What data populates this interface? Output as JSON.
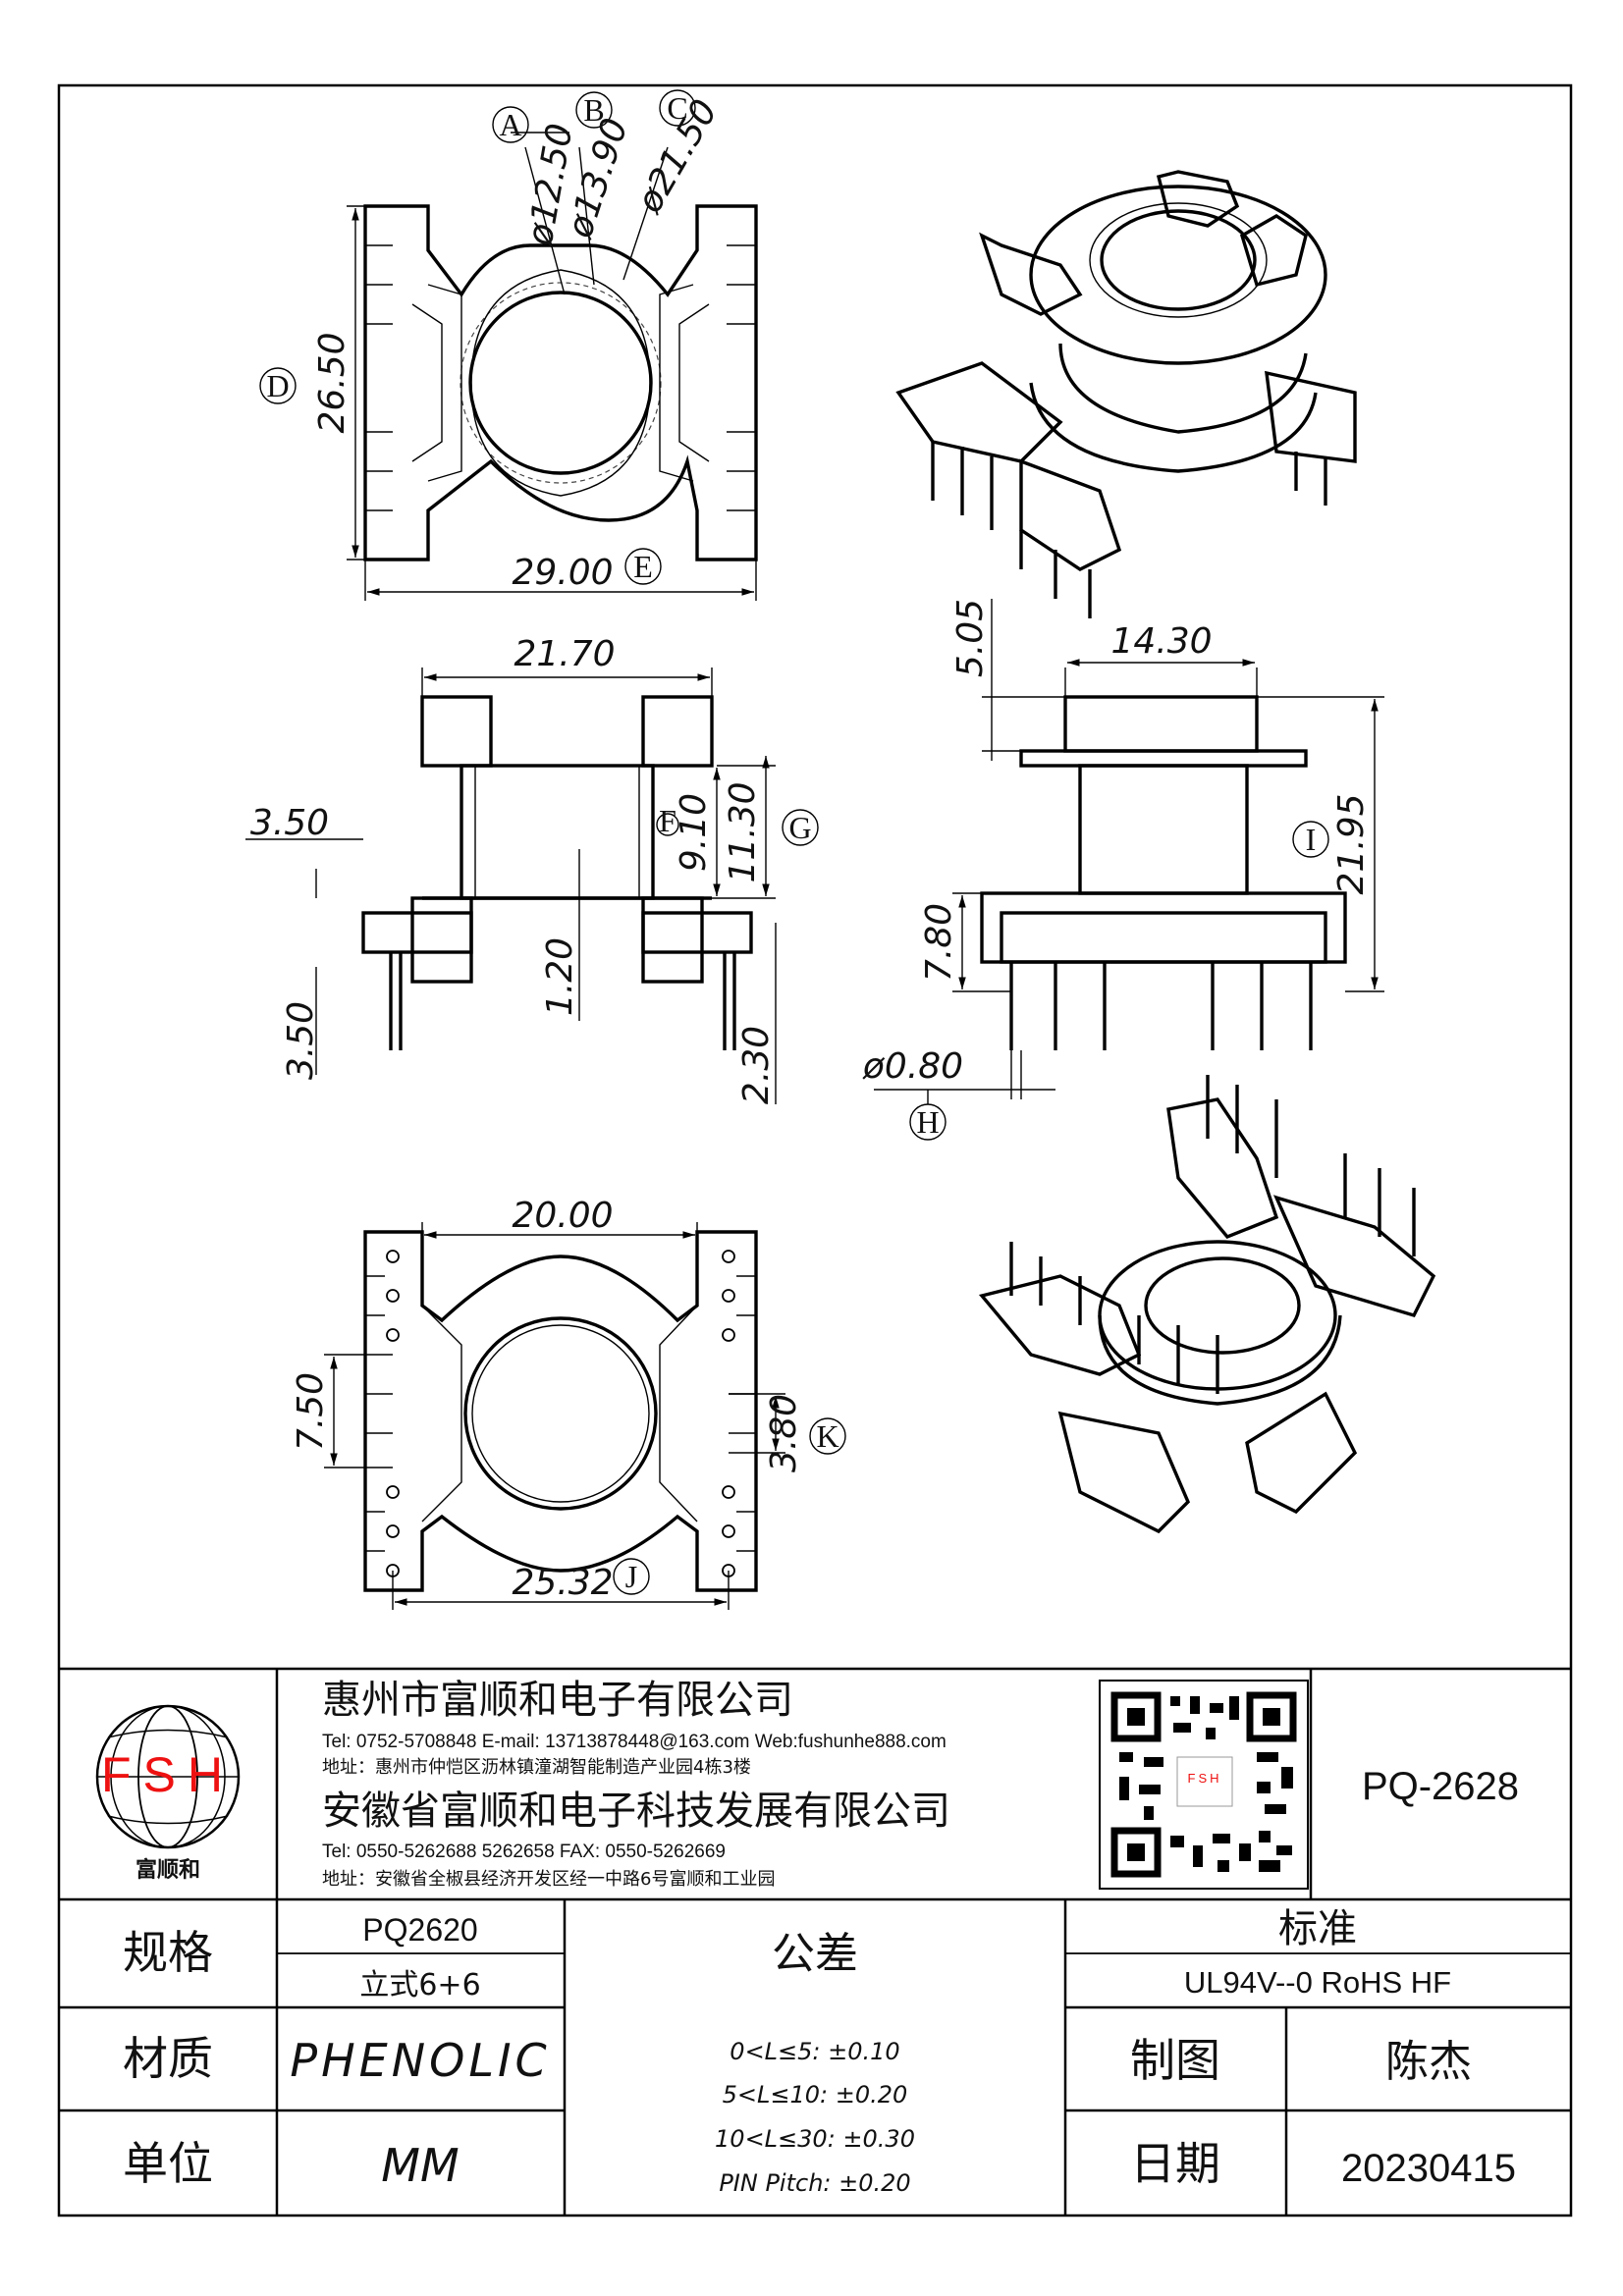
{
  "drawing": {
    "dims": {
      "phiA": "ø12.50",
      "phiB": "ø13.90",
      "phiC": "ø21.50",
      "height_26_50": "26.50",
      "width_29_00": "29.00",
      "w_21_70": "21.70",
      "w_14_30": "14.30",
      "d_5_05": "5.05",
      "d_3_50_top": "3.50",
      "d_9_10": "9.10",
      "d_11_30": "11.30",
      "d_1_20": "1.20",
      "d_3_50_bot": "3.50",
      "d_2_30": "2.30",
      "d_7_80": "7.80",
      "d_21_95": "21.95",
      "d_0_80": "ø0.80",
      "w_20_00": "20.00",
      "d_7_50": "7.50",
      "d_3_80": "3.80",
      "w_25_32": "25.32"
    },
    "callouts": {
      "A": "A",
      "B": "B",
      "C": "C",
      "D": "D",
      "E": "E",
      "F": "F",
      "G": "G",
      "H": "H",
      "I": "I",
      "J": "J",
      "K": "K"
    }
  },
  "title_block": {
    "logo_text": "FSH",
    "logo_caption": "富顺和",
    "company1": "惠州市富顺和电子有限公司",
    "company1_contact": "Tel: 0752-5708848   E-mail: 13713878448@163.com   Web:fushunhe888.com",
    "company1_address": "地址：惠州市仲恺区沥林镇潼湖智能制造产业园4栋3楼",
    "company2": "安徽省富顺和电子科技发展有限公司",
    "company2_contact": "Tel:   0550-5262688   5262658        FAX:  0550-5262669",
    "company2_address": "地址：安徽省全椒县经济开发区经一中路6号富顺和工业园",
    "qr_label": "FSH",
    "part_no": "PQ-2628",
    "spec_label": "规格",
    "spec_value_1": "PQ2620",
    "spec_value_2": "立式6+6",
    "tolerance_label": "公差",
    "standard_label": "标准",
    "standard_value": "UL94V--0  RoHS HF",
    "material_label": "材质",
    "material_value": "PHENOLIC",
    "tolerance_1": "0<L≤5: ±0.10",
    "tolerance_2": "5<L≤10: ±0.20",
    "tolerance_3": "10<L≤30: ±0.30",
    "tolerance_4": "PIN Pitch: ±0.20",
    "drawn_label": "制图",
    "drawn_value": "陈杰",
    "unit_label": "单位",
    "unit_value": "MM",
    "date_label": "日期",
    "date_value": "20230415"
  }
}
